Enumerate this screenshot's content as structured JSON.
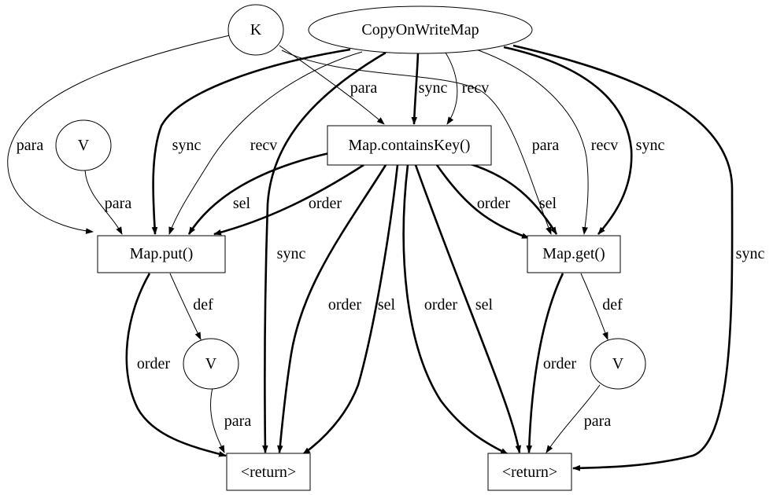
{
  "nodes": {
    "k": {
      "label": "K",
      "shape": "ellipse"
    },
    "cow_map": {
      "label": "CopyOnWriteMap",
      "shape": "ellipse"
    },
    "v_top": {
      "label": "V",
      "shape": "ellipse"
    },
    "contains_key": {
      "label": "Map.containsKey()",
      "shape": "box"
    },
    "map_put": {
      "label": "Map.put()",
      "shape": "box"
    },
    "map_get": {
      "label": "Map.get()",
      "shape": "box"
    },
    "v_put": {
      "label": "V",
      "shape": "ellipse"
    },
    "v_get": {
      "label": "V",
      "shape": "ellipse"
    },
    "return_left": {
      "label": "<return>",
      "shape": "box"
    },
    "return_right": {
      "label": "<return>",
      "shape": "box"
    }
  },
  "edges": [
    {
      "id": "k-put",
      "from": "k",
      "to": "map_put",
      "label": "para",
      "weight": "thin"
    },
    {
      "id": "k-contains",
      "from": "k",
      "to": "contains_key",
      "label": "para",
      "weight": "thin"
    },
    {
      "id": "k-get",
      "from": "k",
      "to": "map_get",
      "label": "para",
      "weight": "thin"
    },
    {
      "id": "cow-put-sync",
      "from": "cow_map",
      "to": "map_put",
      "label": "sync",
      "weight": "bold"
    },
    {
      "id": "cow-put-recv",
      "from": "cow_map",
      "to": "map_put",
      "label": "recv",
      "weight": "thin"
    },
    {
      "id": "cow-contains-sync",
      "from": "cow_map",
      "to": "contains_key",
      "label": "sync",
      "weight": "bold"
    },
    {
      "id": "cow-contains-recv",
      "from": "cow_map",
      "to": "contains_key",
      "label": "recv",
      "weight": "thin"
    },
    {
      "id": "cow-get-recv",
      "from": "cow_map",
      "to": "map_get",
      "label": "recv",
      "weight": "thin"
    },
    {
      "id": "cow-get-sync",
      "from": "cow_map",
      "to": "map_get",
      "label": "sync",
      "weight": "bold"
    },
    {
      "id": "cow-returnleft-sync",
      "from": "cow_map",
      "to": "return_left",
      "label": "sync",
      "weight": "bold"
    },
    {
      "id": "cow-returnright-sync",
      "from": "cow_map",
      "to": "return_right",
      "label": "sync",
      "weight": "bold"
    },
    {
      "id": "vtop-put",
      "from": "v_top",
      "to": "map_put",
      "label": "para",
      "weight": "thin"
    },
    {
      "id": "contains-put-sel",
      "from": "contains_key",
      "to": "map_put",
      "label": "sel",
      "weight": "bold"
    },
    {
      "id": "contains-put-order",
      "from": "contains_key",
      "to": "map_put",
      "label": "order",
      "weight": "bold"
    },
    {
      "id": "contains-get-order",
      "from": "contains_key",
      "to": "map_get",
      "label": "order",
      "weight": "bold"
    },
    {
      "id": "contains-get-sel",
      "from": "contains_key",
      "to": "map_get",
      "label": "sel",
      "weight": "bold"
    },
    {
      "id": "contains-returnleft-order",
      "from": "contains_key",
      "to": "return_left",
      "label": "order",
      "weight": "bold"
    },
    {
      "id": "contains-returnleft-sel",
      "from": "contains_key",
      "to": "return_left",
      "label": "sel",
      "weight": "bold"
    },
    {
      "id": "contains-returnright-order",
      "from": "contains_key",
      "to": "return_right",
      "label": "order",
      "weight": "bold"
    },
    {
      "id": "contains-returnright-sel",
      "from": "contains_key",
      "to": "return_right",
      "label": "sel",
      "weight": "bold"
    },
    {
      "id": "put-vput-def",
      "from": "map_put",
      "to": "v_put",
      "label": "def",
      "weight": "thin"
    },
    {
      "id": "put-returnleft-order",
      "from": "map_put",
      "to": "return_left",
      "label": "order",
      "weight": "bold"
    },
    {
      "id": "vput-returnleft-para",
      "from": "v_put",
      "to": "return_left",
      "label": "para",
      "weight": "thin"
    },
    {
      "id": "get-vget-def",
      "from": "map_get",
      "to": "v_get",
      "label": "def",
      "weight": "thin"
    },
    {
      "id": "get-returnright-order",
      "from": "map_get",
      "to": "return_right",
      "label": "order",
      "weight": "bold"
    },
    {
      "id": "vget-returnright-para",
      "from": "v_get",
      "to": "return_right",
      "label": "para",
      "weight": "thin"
    }
  ]
}
